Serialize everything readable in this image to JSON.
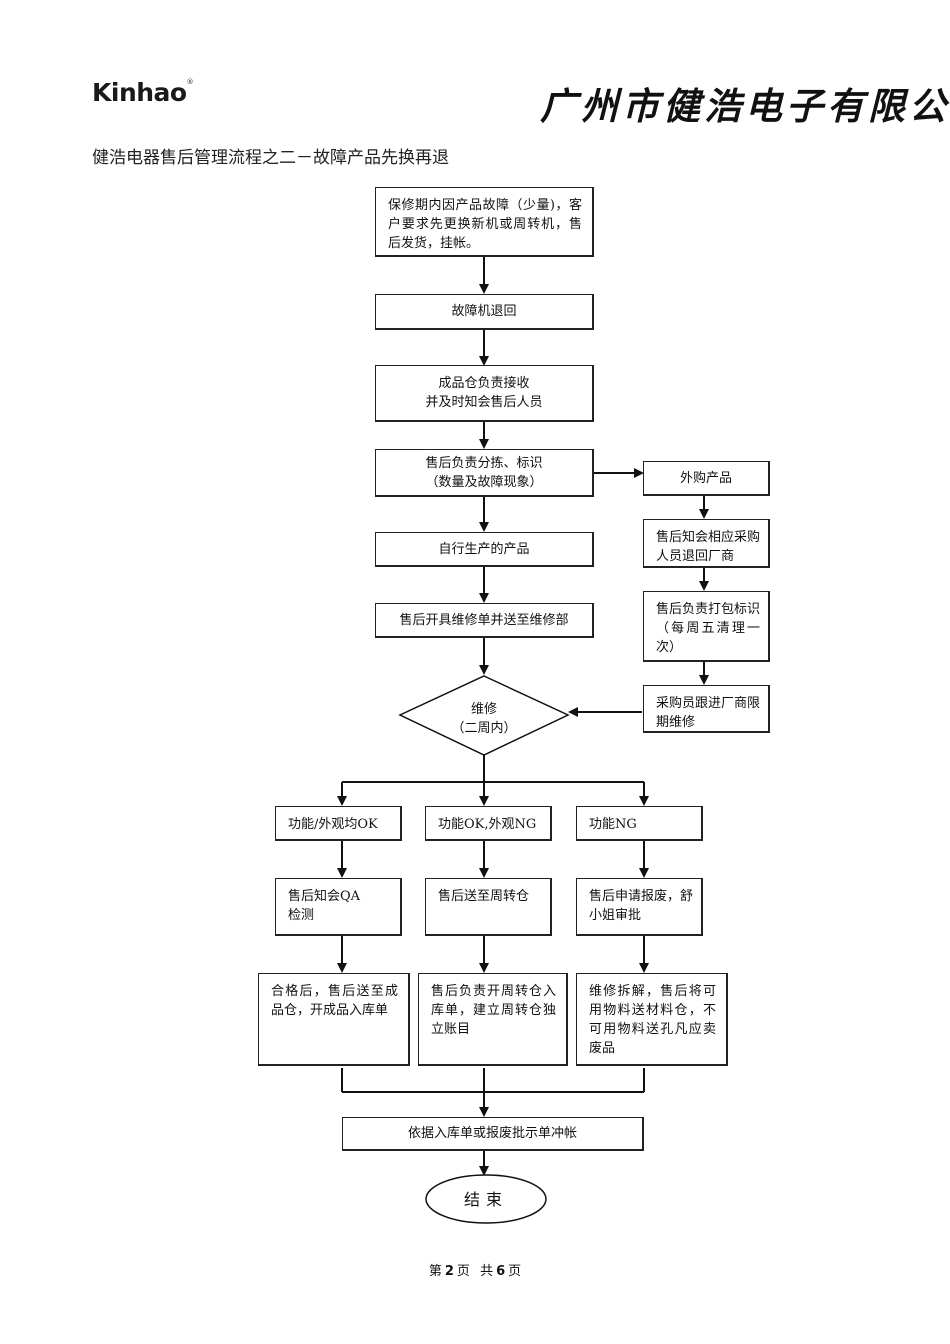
{
  "header": {
    "logo_text": "Kinhao",
    "logo_mark": "®",
    "company_name": "广州市健浩电子有限公"
  },
  "title": "健浩电器售后管理流程之二－故障产品先换再退",
  "flow": {
    "start": "保修期内因产品故障（少量)，客户要求先更换新机或周转机，售后发货，挂帐。",
    "return": "故障机退回",
    "warehouse": "成品仓负责接收\n并及时知会售后人员",
    "sort": "售后负责分拣、标识\n（数量及故障现象）",
    "self_made": "自行生产的产品",
    "repair_order": "售后开具维修单并送至维修部",
    "repair": "维修",
    "repair_period": "（二周内）",
    "purchased": "外购产品",
    "notify_purchasing": "售后知会相应采购人员退回厂商",
    "pack": "售后负责打包标识（每周五清理一次）",
    "purchaser_follow": "采购员跟进厂商限期维修",
    "branch_a": "功能/外观均OK",
    "branch_b": "功能OK,外观NG",
    "branch_c": "功能NG",
    "qa": "售后知会QA\n检测",
    "to_turnover": "售后送至周转仓",
    "scrap_request": "售后申请报废，舒小姐审批",
    "to_finished": "合格后，售后送至成品仓，开成品入库单",
    "turnover_account": "售后负责开周转仓入库单，建立周转仓独立账目",
    "dismantle": "维修拆解，售后将可用物料送材料仓，不可用物料送孔凡应卖废品",
    "offset": "依据入库单或报废批示单冲帐",
    "end": "结束"
  },
  "footer": {
    "prefix": "第",
    "page": "2",
    "unit1": "页",
    "total_prefix": "共",
    "total": "6",
    "unit2": "页"
  }
}
